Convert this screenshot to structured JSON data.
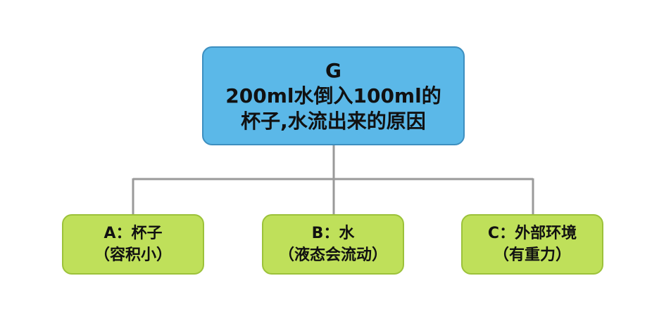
{
  "root": {
    "lines": [
      "G",
      "200ml水倒入100ml的",
      "杯子,水流出来的原因"
    ]
  },
  "children": [
    {
      "id": "A",
      "lines": [
        "A：杯子",
        "（容积小）"
      ]
    },
    {
      "id": "B",
      "lines": [
        "B：水",
        "（液态会流动）"
      ]
    },
    {
      "id": "C",
      "lines": [
        "C：外部环境",
        "（有重力）"
      ]
    }
  ],
  "colors": {
    "root_fill": "#5bb8e8",
    "child_fill": "#bfe05a",
    "connector": "#9a9a9a"
  }
}
